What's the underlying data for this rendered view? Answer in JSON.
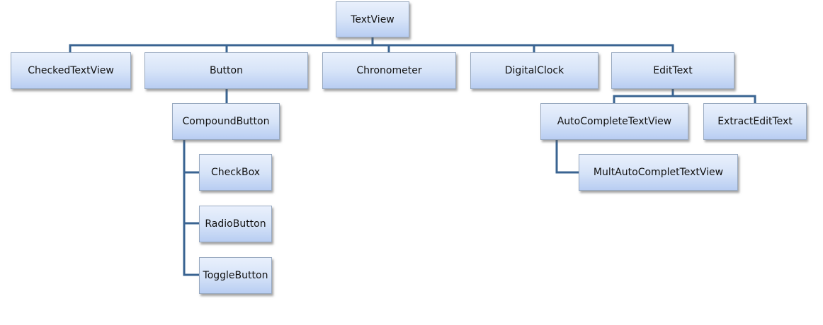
{
  "diagram": {
    "nodes": {
      "textview": "TextView",
      "checkedtextview": "CheckedTextView",
      "button": "Button",
      "chronometer": "Chronometer",
      "digitalclock": "DigitalClock",
      "edittext": "EditText",
      "compoundbutton": "CompoundButton",
      "checkbox": "CheckBox",
      "radiobutton": "RadioButton",
      "togglebutton": "ToggleButton",
      "autocompletetextview": "AutoCompleteTextView",
      "extractedittext": "ExtractEditText",
      "multiautocompletetextview": "MultAutoCompletTextView"
    },
    "hierarchy": [
      {
        "parent": "TextView",
        "children": [
          "CheckedTextView",
          "Button",
          "Chronometer",
          "DigitalClock",
          "EditText"
        ]
      },
      {
        "parent": "Button",
        "children": [
          "CompoundButton"
        ]
      },
      {
        "parent": "CompoundButton",
        "children": [
          "CheckBox",
          "RadioButton",
          "ToggleButton"
        ]
      },
      {
        "parent": "EditText",
        "children": [
          "AutoCompleteTextView",
          "ExtractEditText"
        ]
      },
      {
        "parent": "AutoCompleteTextView",
        "children": [
          "MultAutoCompletTextView"
        ]
      }
    ],
    "colors": {
      "connector": "#3a6492",
      "box_border": "#98a9c0",
      "box_fill_top": "#e9f0fc",
      "box_fill_bottom": "#b8cdf2",
      "text": "#111111"
    }
  }
}
